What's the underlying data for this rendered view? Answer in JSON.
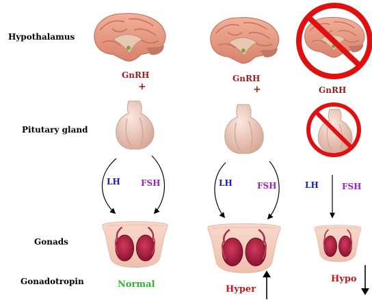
{
  "rows": {
    "hypothalamus": "Hypothalamus",
    "pituitary": "Pitutary gland",
    "gonads": "Gonads",
    "gonadotropin": "Gonadotropin"
  },
  "columns": [
    {
      "gnrh": "GnRH",
      "plus": "+",
      "lh": "LH",
      "fsh": "FSH",
      "status": "Normal",
      "status_color": "#2fb52f"
    },
    {
      "gnrh": "GnRH",
      "plus": "+",
      "lh": "LH",
      "fsh": "FSH",
      "status": "Hyper",
      "status_color": "#c0181d"
    },
    {
      "gnrh": "GnRH",
      "lh": "LH",
      "fsh": "FSH",
      "status": "Hypo",
      "status_color": "#c0181d"
    }
  ],
  "colors": {
    "gnrh": "#9b1b1b",
    "lh": "#1a1ab4",
    "fsh": "#a020c0",
    "no_sign": "#e01010"
  },
  "icons": [
    "brain-icon",
    "pituitary-icon",
    "gonads-icon",
    "prohibition-icon",
    "up-arrow-icon",
    "down-arrow-icon"
  ]
}
